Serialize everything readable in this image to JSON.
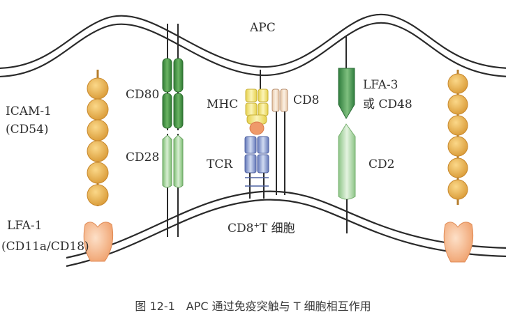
{
  "labels": {
    "apc": "APC",
    "icam1": "ICAM-1",
    "cd54": "(CD54)",
    "lfa1": "LFA-1",
    "cd11a_cd18": "(CD11a/CD18)",
    "cd80": "CD80",
    "cd28": "CD28",
    "mhc": "MHC",
    "cd8": "CD8",
    "tcr": "TCR",
    "lfa3": "LFA-3",
    "or_cd48": "或 CD48",
    "cd2": "CD2",
    "t_cell_prefix": "CD8",
    "t_cell_sup": "+",
    "t_cell_suffix": "T 细胞"
  },
  "caption": "图 12-1　APC 通过免疫突触与 T 细胞相互作用",
  "colors": {
    "membrane": "#2a2a2a",
    "icam_bead": "#e9b04d",
    "lfa1_cup": "#f3a877",
    "cd80": "#3f8f3f",
    "cd28": "#8fca84",
    "mhc": "#f1e37a",
    "peptide": "#ef9a6a",
    "cd8": "#f1dcc4",
    "tcr": "#7f94cc",
    "lfa3": "#3c8a4a",
    "cd2": "#a9d6a3"
  }
}
